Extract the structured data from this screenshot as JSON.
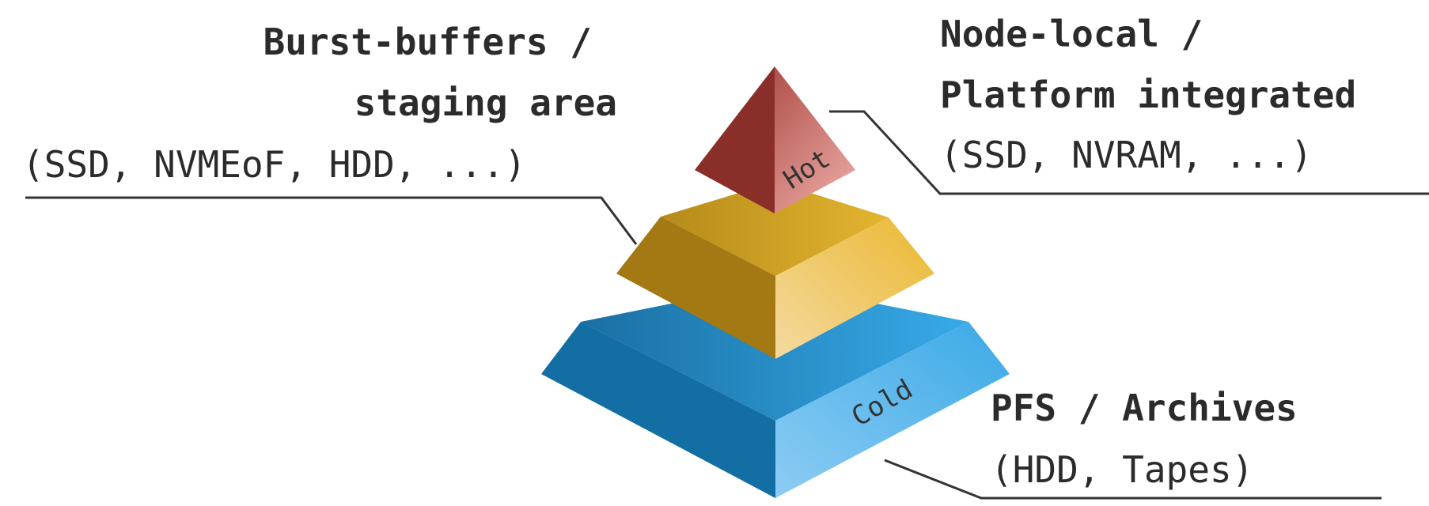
{
  "labels": {
    "burst_line1": "Burst-buffers /",
    "burst_line2": "staging area",
    "burst_line3": "(SSD, NVMEoF, HDD, ...)",
    "node_line1": "Node-local /",
    "node_line2": "Platform integrated",
    "node_line3": "(SSD, NVRAM, ...)",
    "pfs_line1": "PFS / Archives",
    "pfs_line2": "(HDD, Tapes)"
  },
  "tiers": {
    "hot": "Hot",
    "cold": "Cold"
  },
  "colors": {
    "top_dark": "#8a2e29",
    "top_light": "#e09a96",
    "middle_dark": "#a47812",
    "middle_light": "#f2d58a",
    "bottom_dark": "#136ea3",
    "bottom_light": "#8dccf4"
  }
}
